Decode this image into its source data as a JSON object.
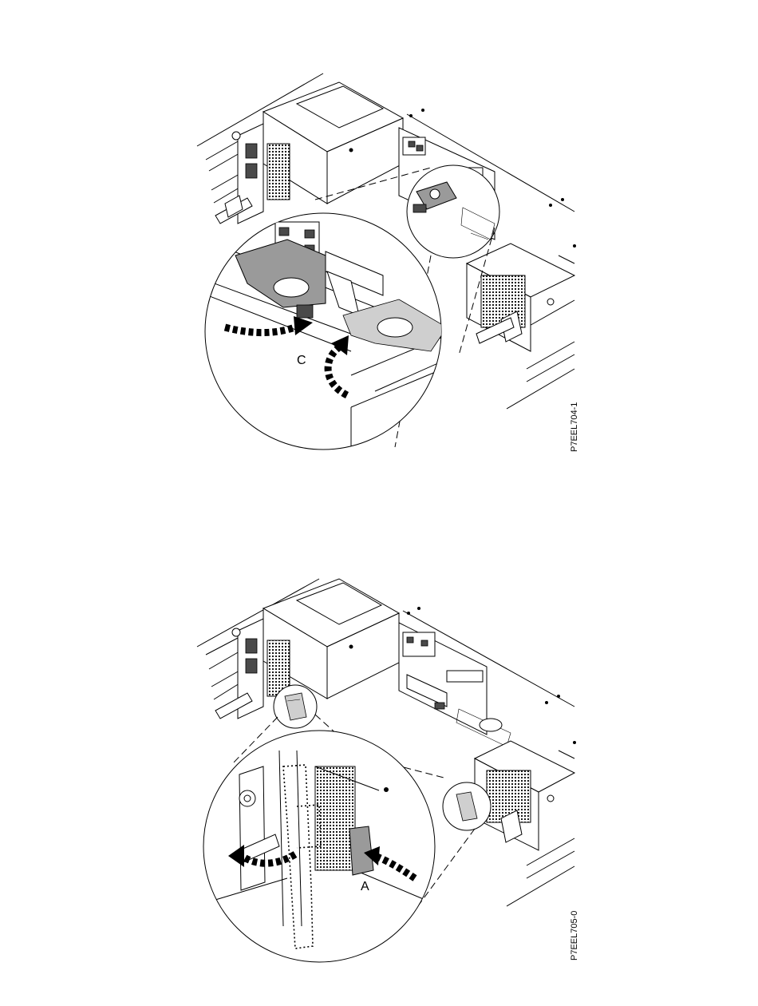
{
  "figures": [
    {
      "id_label": "P7EEL704-1",
      "callout": "C"
    },
    {
      "id_label": "P7EEL705-0",
      "callout": "A"
    }
  ]
}
